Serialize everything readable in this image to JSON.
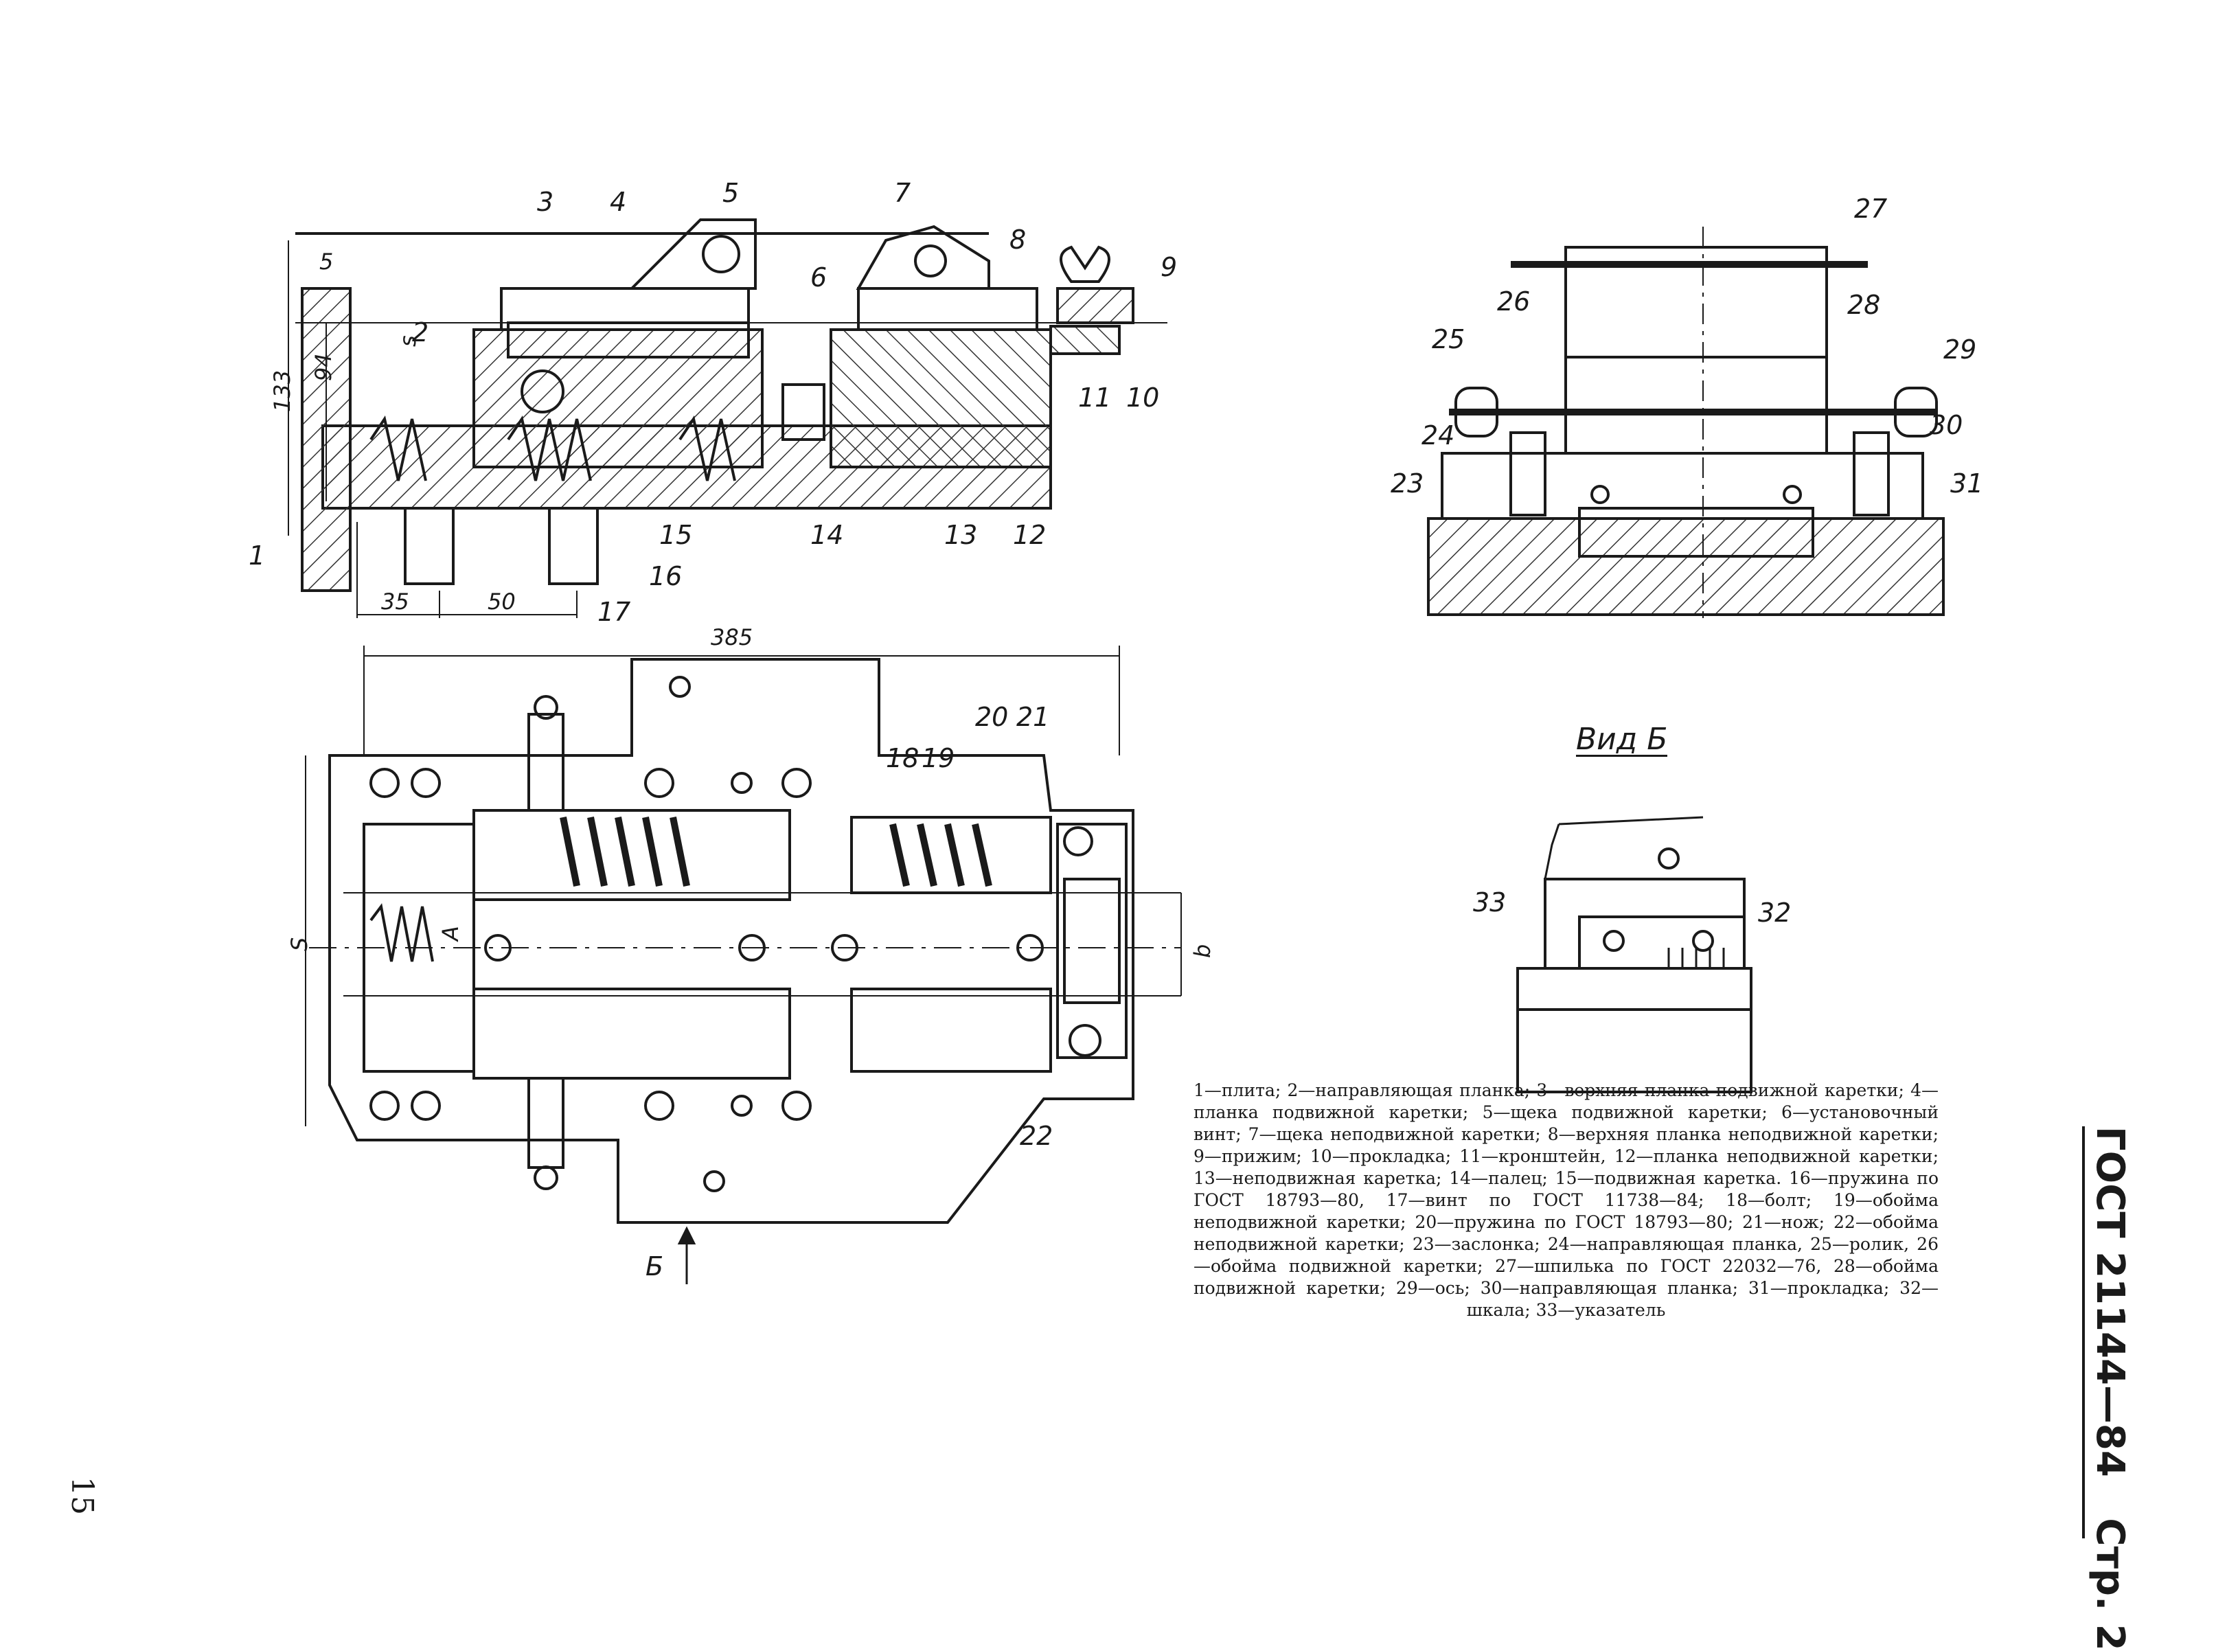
{
  "header": {
    "standard": "ГОСТ 21144—84",
    "page_label": "Стр. 2",
    "page_number": "15"
  },
  "view_title": "Вид Б",
  "dimensions": {
    "d5": "5",
    "d94": "94",
    "d133": "133",
    "ds": "s",
    "d35": "35",
    "d50": "50",
    "d385": "385",
    "dS": "S",
    "db": "b",
    "letterA": "A",
    "arrowB": "Б"
  },
  "callouts": [
    "1",
    "2",
    "3",
    "4",
    "5",
    "6",
    "7",
    "8",
    "9",
    "10",
    "11",
    "12",
    "13",
    "14",
    "15",
    "16",
    "17",
    "18",
    "19",
    "20",
    "21",
    "22",
    "23",
    "24",
    "25",
    "26",
    "27",
    "28",
    "29",
    "30",
    "31",
    "32",
    "33"
  ],
  "legend_text": "1—плита; 2—направляющая планка; 3—верхняя планка подвижной каретки; 4—планка подвижной каретки; 5—щека подвижной каретки; 6—установочный винт; 7—щека неподвижной каретки; 8—верхняя планка неподвижной каретки; 9—прижим; 10—прокладка; 11—кронштейн, 12—планка неподвижной каретки; 13—неподвижная каретка; 14—палец; 15—подвижная каретка. 16—пружина по ГОСТ 18793—80, 17—винт по ГОСТ 11738—84; 18—болт; 19—обойма неподвижной каретки; 20—пружина по ГОСТ 18793—80; 21—нож; 22—обойма неподвижной каретки; 23—заслонка; 24—направляющая планка, 25—ролик, 26—обойма подвижной каретки; 27—шпилька по ГОСТ 22032—76, 28—обойма подвижной каретки; 29—ось; 30—направляющая планка; 31—прокладка; 32—шкала; 33—указатель"
}
